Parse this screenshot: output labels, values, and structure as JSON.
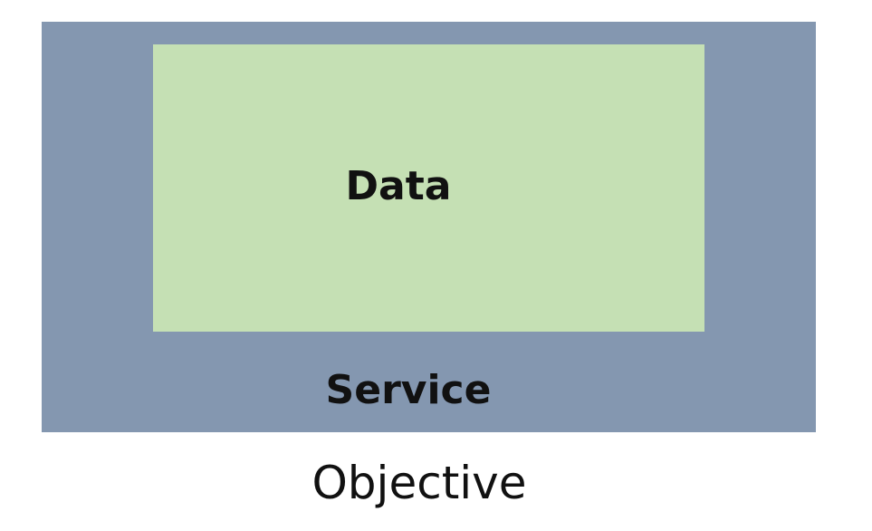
{
  "diagram": {
    "outer_box": {
      "label": "Service",
      "color": "#8497b0"
    },
    "inner_box": {
      "label": "Data",
      "color": "#c5e0b4"
    },
    "caption": "Objective"
  }
}
